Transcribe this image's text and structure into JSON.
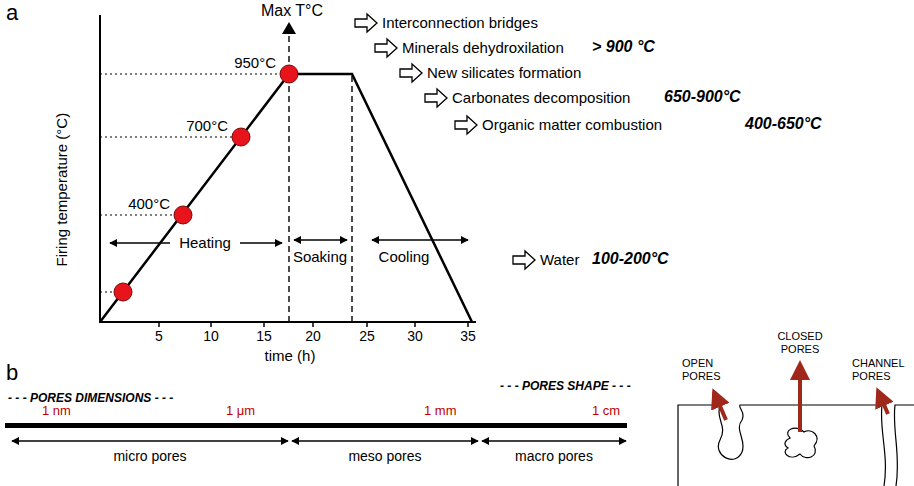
{
  "diagram": {
    "labels": [
      "a",
      "Max T°C",
      "950°C",
      "700°C",
      "400°C",
      "Interconnection bridges",
      "Minerals dehydroxilation",
      "> 900 °C",
      "New silicates formation",
      "Carbonates decomposition",
      "650-900°C",
      "Organic matter combustion",
      "400-650°C",
      "Water",
      "100-200°C",
      "Firing temperature (°C)",
      "Heating",
      "Soaking",
      "Cooling",
      "5",
      "10",
      "15",
      "20",
      "25",
      "30",
      "35",
      "time (h)",
      "b",
      "- - - PORES DIMENSIONS - - -",
      "- - - PORES SHAPE - - -",
      "OPEN PORES",
      "CLOSED PORES",
      "CHANNEL PORES",
      "1 nm",
      "1 μm",
      "1 mm",
      "1 cm",
      "micro pores",
      "meso pores",
      "macro pores"
    ]
  }
}
